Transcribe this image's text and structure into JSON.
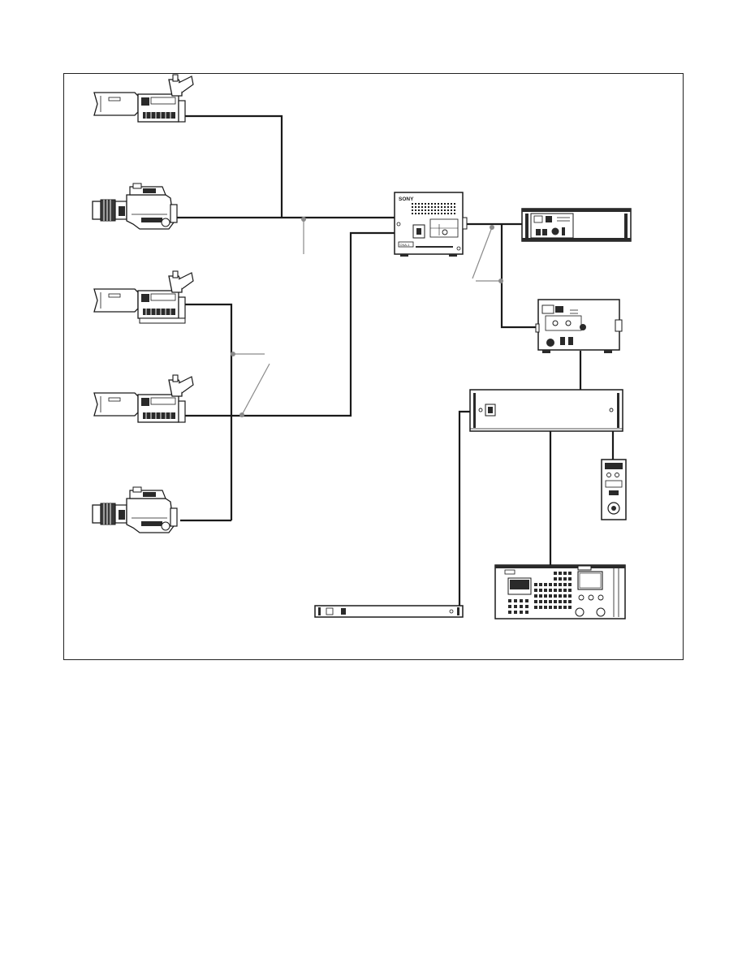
{
  "diagram": {
    "brand_logo": "SONY",
    "adapter_model_label": "CNA-1",
    "colors": {
      "line": "#1a1a1a",
      "leader": "#8a8a8a",
      "device_fill": "#ffffff",
      "device_dark": "#2a2a2a",
      "lens_dark": "#3a3a3a"
    },
    "devices": [
      {
        "id": "camera-1",
        "kind": "studio-camera-box"
      },
      {
        "id": "camera-2",
        "kind": "camera-with-zoom-lens"
      },
      {
        "id": "camera-3",
        "kind": "studio-camera-box"
      },
      {
        "id": "camera-4",
        "kind": "studio-camera-box"
      },
      {
        "id": "camera-5",
        "kind": "camera-with-zoom-lens"
      },
      {
        "id": "network-adapter",
        "kind": "camera-control-network-adapter"
      },
      {
        "id": "rack-unit",
        "kind": "rack-mount-unit"
      },
      {
        "id": "control-panel",
        "kind": "master-setup-panel"
      },
      {
        "id": "network-box",
        "kind": "network-box"
      },
      {
        "id": "remote-panel",
        "kind": "remote-control-panel"
      },
      {
        "id": "setup-console",
        "kind": "master-setup-console"
      },
      {
        "id": "thin-rack-unit",
        "kind": "1u-rack-unit"
      }
    ]
  }
}
